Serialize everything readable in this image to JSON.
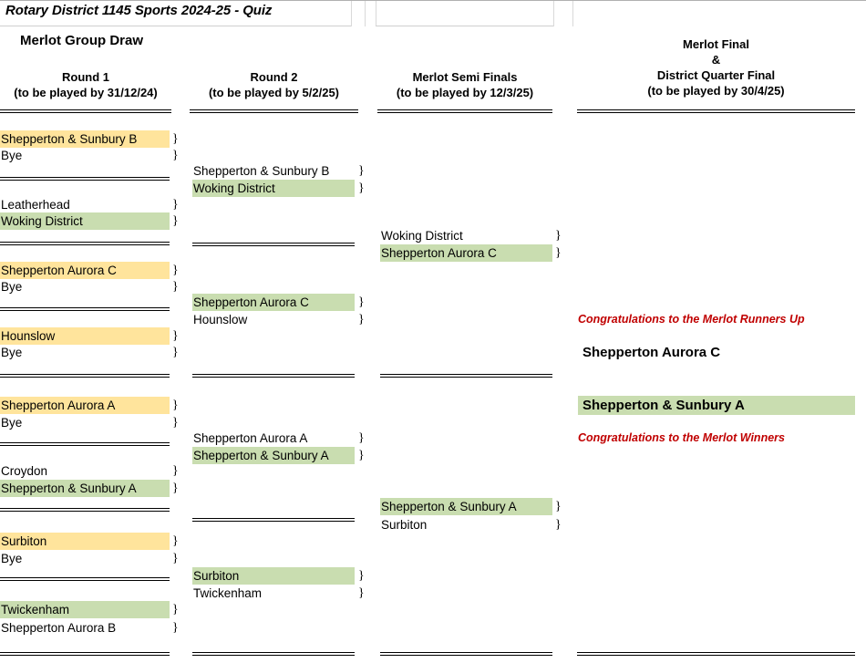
{
  "document": {
    "title": "Rotary District 1145 Sports 2024-25 - Quiz",
    "group_title": "Merlot Group Draw"
  },
  "colors": {
    "winner_highlight": "#c9ddb0",
    "bye_highlight": "#ffe49c",
    "congrats_text": "#c00000"
  },
  "columns": [
    {
      "id": "round1",
      "name": "Round 1",
      "subtitle": "(to be played by 31/12/24)"
    },
    {
      "id": "round2",
      "name": "Round 2",
      "subtitle": "(to be played by 5/2/25)"
    },
    {
      "id": "semis",
      "name": "Merlot Semi Finals",
      "subtitle": "(to be played by 12/3/25)"
    },
    {
      "id": "final",
      "name_line1": "Merlot Final",
      "name_line2": "&",
      "name_line3": "District Quarter Final",
      "subtitle": "(to be played by 30/4/25)"
    }
  ],
  "brace": "}",
  "round1": {
    "matches": [
      {
        "teams": [
          {
            "name": "Shepperton & Sunbury B",
            "state": "bye"
          },
          {
            "name": "Bye",
            "state": "none"
          }
        ]
      },
      {
        "teams": [
          {
            "name": "Leatherhead",
            "state": "none"
          },
          {
            "name": "Woking District",
            "state": "win"
          }
        ]
      },
      {
        "teams": [
          {
            "name": "Shepperton Aurora C",
            "state": "bye"
          },
          {
            "name": "Bye",
            "state": "none"
          }
        ]
      },
      {
        "teams": [
          {
            "name": "Hounslow",
            "state": "bye"
          },
          {
            "name": "Bye",
            "state": "none"
          }
        ]
      },
      {
        "teams": [
          {
            "name": "Shepperton Aurora A",
            "state": "bye"
          },
          {
            "name": "Bye",
            "state": "none"
          }
        ]
      },
      {
        "teams": [
          {
            "name": "Croydon",
            "state": "none"
          },
          {
            "name": "Shepperton & Sunbury A",
            "state": "win"
          }
        ]
      },
      {
        "teams": [
          {
            "name": "Surbiton",
            "state": "bye"
          },
          {
            "name": "Bye",
            "state": "none"
          }
        ]
      },
      {
        "teams": [
          {
            "name": "Twickenham",
            "state": "win"
          },
          {
            "name": "Shepperton Aurora B",
            "state": "none"
          }
        ]
      }
    ]
  },
  "round2": {
    "matches": [
      {
        "teams": [
          {
            "name": "Shepperton & Sunbury B",
            "state": "none"
          },
          {
            "name": "Woking District",
            "state": "win"
          }
        ]
      },
      {
        "teams": [
          {
            "name": "Shepperton Aurora C",
            "state": "win"
          },
          {
            "name": "Hounslow",
            "state": "none"
          }
        ]
      },
      {
        "teams": [
          {
            "name": "Shepperton Aurora A",
            "state": "none"
          },
          {
            "name": "Shepperton & Sunbury A",
            "state": "win"
          }
        ]
      },
      {
        "teams": [
          {
            "name": "Surbiton",
            "state": "win"
          },
          {
            "name": "Twickenham",
            "state": "none"
          }
        ]
      }
    ]
  },
  "semis": {
    "matches": [
      {
        "teams": [
          {
            "name": "Woking District",
            "state": "none"
          },
          {
            "name": "Shepperton Aurora C",
            "state": "win"
          }
        ]
      },
      {
        "teams": [
          {
            "name": "Shepperton & Sunbury A",
            "state": "win"
          },
          {
            "name": "Surbiton",
            "state": "none"
          }
        ]
      }
    ]
  },
  "final": {
    "runners_up_caption": "Congratulations to the Merlot Runners Up",
    "runners_up": "Shepperton Aurora C",
    "winners": "Shepperton & Sunbury A",
    "winners_caption": "Congratulations to the Merlot Winners"
  }
}
